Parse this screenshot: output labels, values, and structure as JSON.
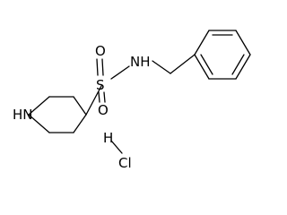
{
  "molecule": {
    "atoms": {
      "nh": "NH",
      "hn": "HN",
      "s": "S",
      "o_top": "O",
      "o_bottom": "O",
      "h": "H",
      "cl": "Cl"
    }
  }
}
